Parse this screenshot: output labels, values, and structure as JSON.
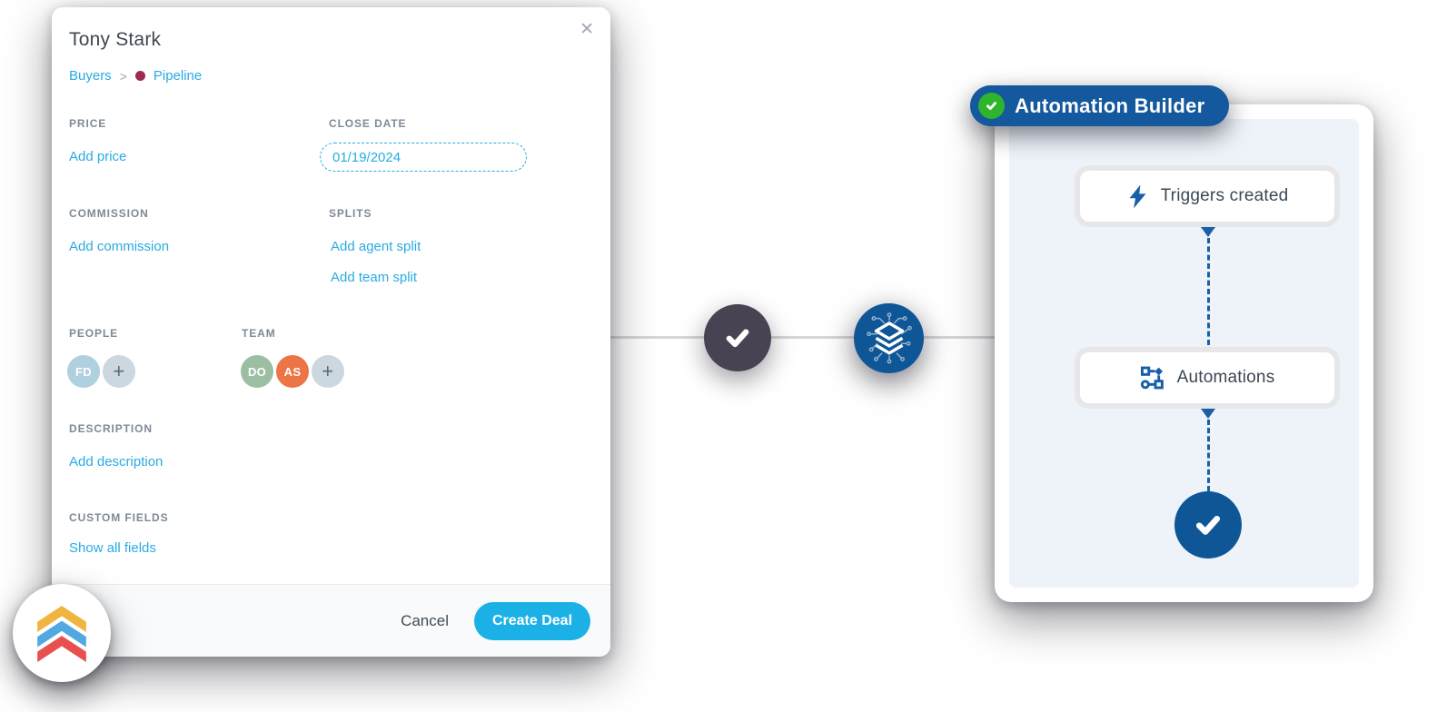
{
  "modal": {
    "title": "Tony Stark",
    "close_glyph": "✕",
    "breadcrumb": {
      "group": "Buyers",
      "separator": ">",
      "stage": "Pipeline"
    },
    "fields": {
      "price": {
        "label": "PRICE",
        "action": "Add price"
      },
      "close_date": {
        "label": "CLOSE DATE",
        "value": "01/19/2024"
      },
      "commission": {
        "label": "COMMISSION",
        "action": "Add commission"
      },
      "splits": {
        "label": "SPLITS",
        "actions": [
          "Add agent split",
          "Add team split"
        ]
      },
      "people": {
        "label": "PEOPLE",
        "avatars": [
          {
            "initials": "FD",
            "color": "#aed0df"
          }
        ],
        "add_label": "+"
      },
      "team": {
        "label": "TEAM",
        "avatars": [
          {
            "initials": "DO",
            "color": "#9cbfa4"
          },
          {
            "initials": "AS",
            "color": "#ec7445"
          }
        ],
        "add_label": "+"
      },
      "description": {
        "label": "DESCRIPTION",
        "action": "Add description"
      },
      "custom_fields": {
        "label": "CUSTOM FIELDS",
        "action": "Show all fields"
      }
    },
    "footer": {
      "cancel": "Cancel",
      "submit": "Create Deal"
    }
  },
  "automation": {
    "badge": "Automation Builder",
    "nodes": [
      {
        "icon": "lightning-icon",
        "label": "Triggers created"
      },
      {
        "icon": "workflow-icon",
        "label": "Automations"
      }
    ]
  },
  "icons": {
    "middle": [
      "check-icon",
      "layers-circuit-icon"
    ],
    "final": "check-icon",
    "logo": "triple-chevron-logo"
  },
  "colors": {
    "link_blue": "#29abe2",
    "primary_button": "#1bb1e7",
    "stage_dot": "#9c2b52",
    "label_gray": "#7e8a96",
    "badge_blue": "#14589e",
    "badge_green": "#2fb52a",
    "node_icon_blue": "#1760a8",
    "dark_circle": "#484253",
    "flow_circle_blue": "#0f5697",
    "panel_bg": "#eef2f9",
    "avatar_fd": "#aed0df",
    "avatar_do": "#9cbfa4",
    "avatar_as": "#ec7445",
    "logo_yellow": "#f0b440",
    "logo_blue": "#52a8e0",
    "logo_red": "#e8504f"
  }
}
